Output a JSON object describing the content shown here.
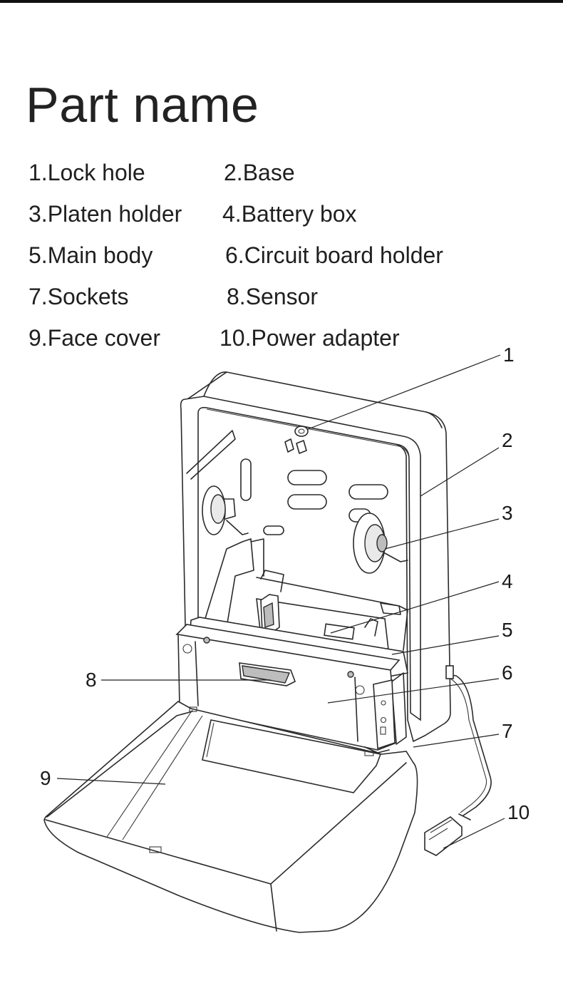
{
  "title": "Part name",
  "parts": [
    {
      "label": "1.Lock hole"
    },
    {
      "label": "2.Base"
    },
    {
      "label": "3.Platen holder"
    },
    {
      "label": "4.Battery box"
    },
    {
      "label": "5.Main body"
    },
    {
      "label": "6.Circuit board holder"
    },
    {
      "label": "7.Sockets"
    },
    {
      "label": "8.Sensor"
    },
    {
      "label": "9.Face cover"
    },
    {
      "label": "10.Power adapter"
    }
  ],
  "callouts": [
    "1",
    "2",
    "3",
    "4",
    "5",
    "6",
    "7",
    "8",
    "9",
    "10"
  ]
}
